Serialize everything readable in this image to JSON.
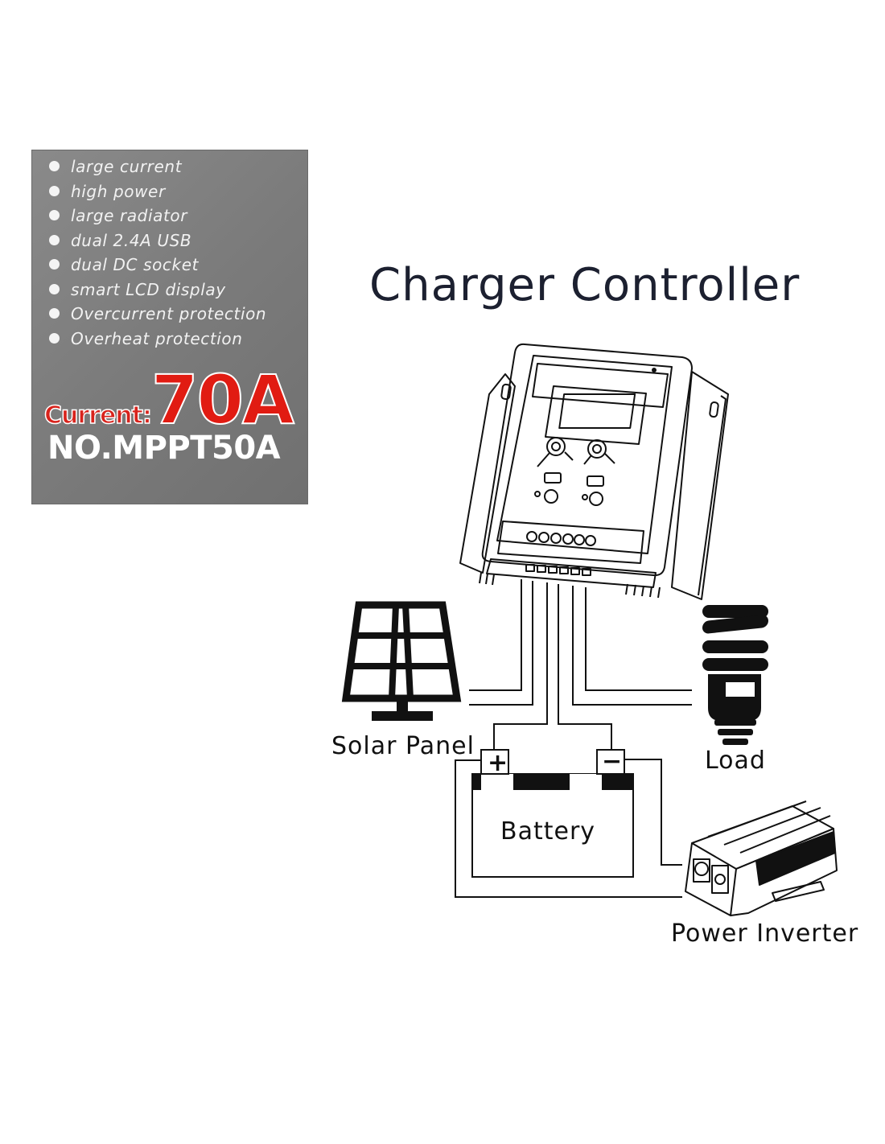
{
  "features_panel": {
    "features": [
      "large current",
      "high power",
      "large radiator",
      "dual 2.4A USB",
      "dual DC socket",
      "smart LCD display",
      "Overcurrent protection",
      "Overheat protection"
    ],
    "current_label": "Current:",
    "current_value": "70A",
    "model_number": "NO.MPPT50A"
  },
  "diagram": {
    "title": "Charger Controller",
    "labels": {
      "solar_panel": "Solar Panel",
      "load": "Load",
      "battery": "Battery",
      "power_inverter": "Power Inverter",
      "battery_positive": "+",
      "battery_negative": "−"
    }
  },
  "colors": {
    "panel_bg": "#7b7b7b",
    "current_red": "#e11b12",
    "title_dark": "#1c2030",
    "line_dark": "#111111"
  },
  "icons": [
    "bullet-dot-icon",
    "charger-controller-icon",
    "solar-panel-icon",
    "light-bulb-icon",
    "battery-icon",
    "power-inverter-icon"
  ]
}
